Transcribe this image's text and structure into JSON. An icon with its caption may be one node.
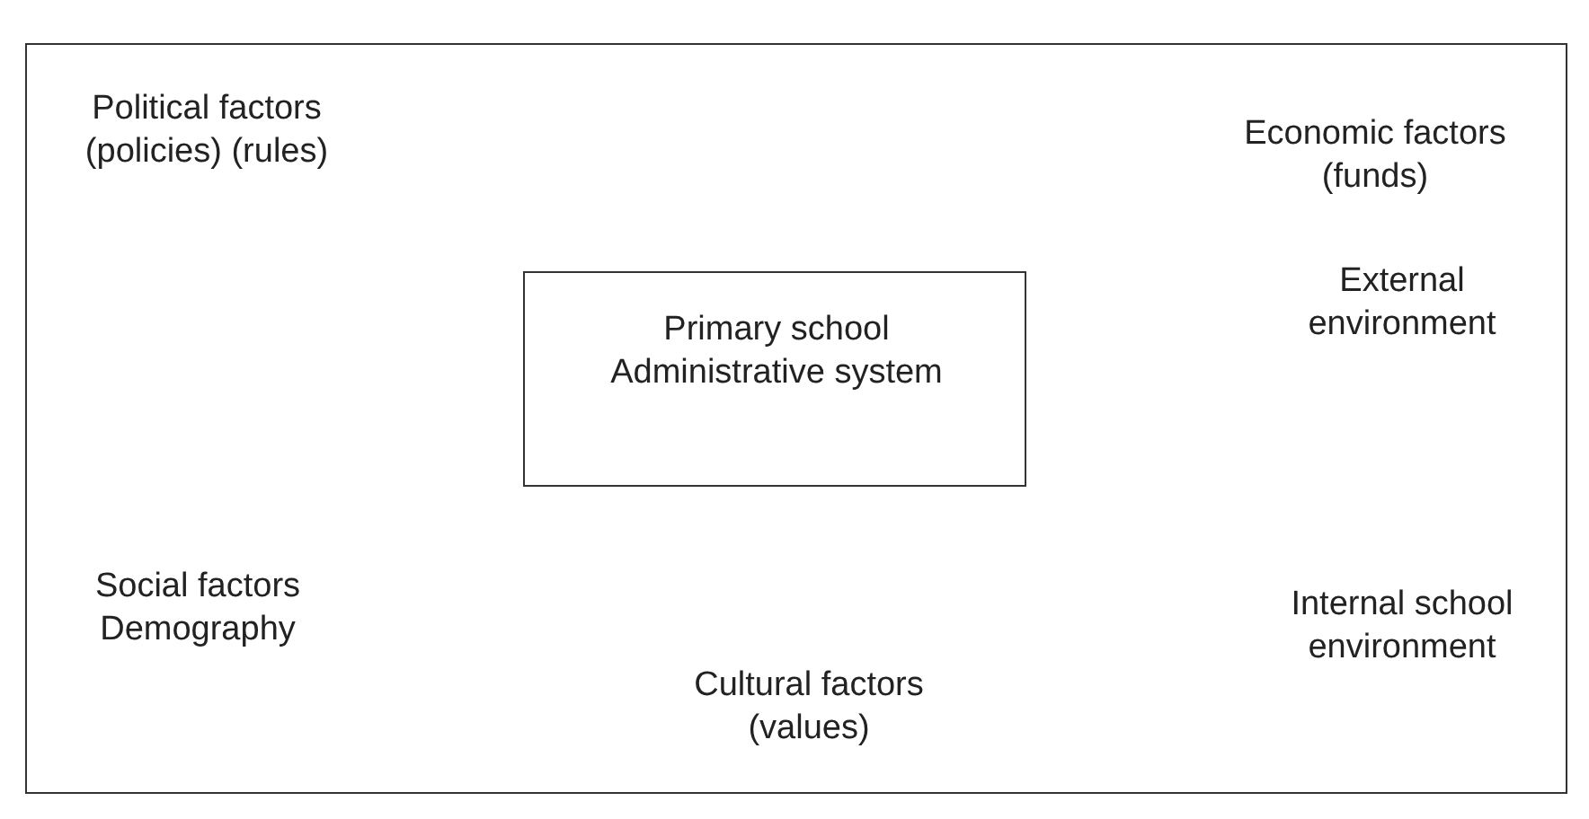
{
  "diagram": {
    "nodes": [
      {
        "text": [
          "Political factors (policies) (rules)",
          "Economic factors (funds)",
          "External environment",
          "Social factors Demography",
          "Internal school environment",
          "Cultural factors (values)"
        ]
      },
      {
        "text": [
          "Primary school Administrative system"
        ],
        "in": 0
      }
    ],
    "edges": []
  }
}
